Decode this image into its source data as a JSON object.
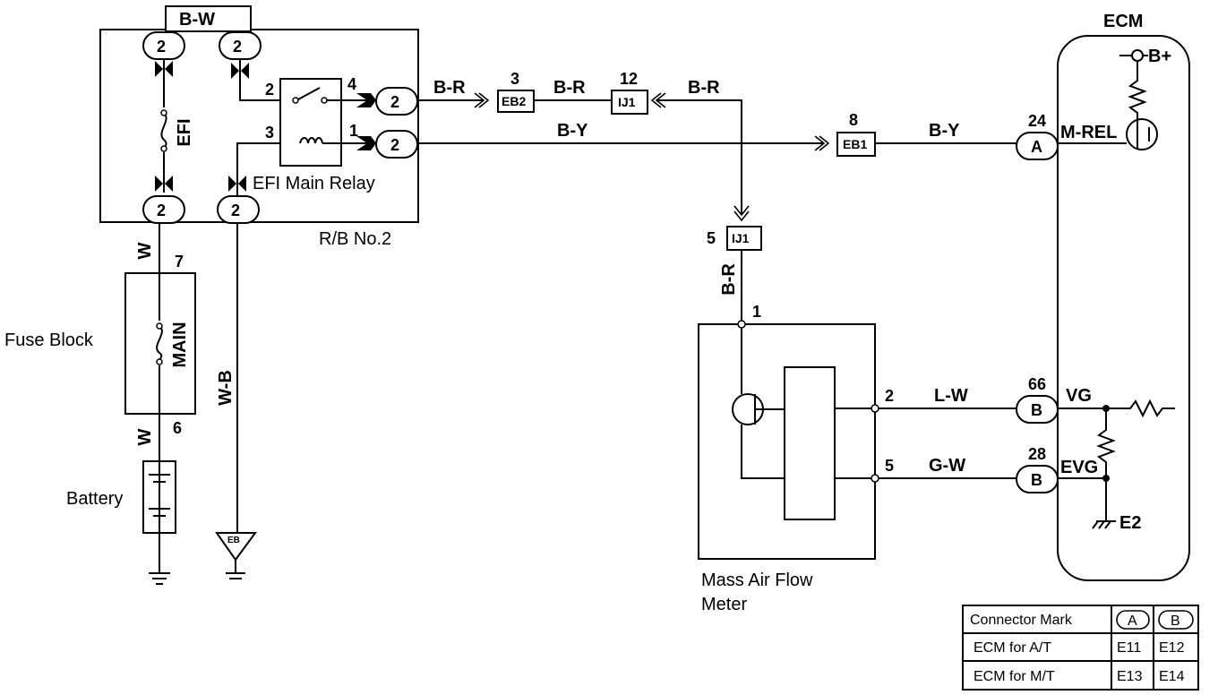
{
  "labels": {
    "bw": "B-W",
    "efi": "EFI",
    "efi_main_relay": "EFI Main Relay",
    "rb_no2": "R/B No.2",
    "w_top": "W",
    "w_bottom": "W",
    "fuse_block": "Fuse Block",
    "main": "MAIN",
    "battery": "Battery",
    "wb": "W-B",
    "eb_ground": "EB",
    "br_1": "B-R",
    "br_2": "B-R",
    "br_3": "B-R",
    "br_4": "B-R",
    "by_1": "B-Y",
    "by_2": "B-Y",
    "lw": "L-W",
    "gw": "G-W",
    "ecm": "ECM",
    "b_plus": "B+",
    "m_rel": "M-REL",
    "vg": "VG",
    "evg": "EVG",
    "e2": "E2",
    "maf": "Mass Air Flow",
    "maf2": "Meter"
  },
  "connectors": {
    "eb2": "EB2",
    "ij1_top": "IJ1",
    "ij1_bottom": "IJ1",
    "eb1": "EB1",
    "ecm_a": "A",
    "ecm_b1": "B",
    "ecm_b2": "B"
  },
  "relay_block_terminals": [
    "2",
    "2",
    "2",
    "2",
    "2",
    "2"
  ],
  "pins": {
    "relay_2": "2",
    "relay_4": "4",
    "relay_3": "3",
    "relay_1": "1",
    "fuse_7": "7",
    "fuse_6": "6",
    "eb2_pin": "3",
    "ij1_top_pin": "12",
    "ij1_bottom_pin": "5",
    "eb1_pin": "8",
    "ecm_a_pin": "24",
    "ecm_b1_pin": "66",
    "ecm_b2_pin": "28",
    "maf_1": "1",
    "maf_2": "2",
    "maf_5": "5"
  },
  "table": {
    "header": [
      "Connector Mark",
      "A",
      "B"
    ],
    "rows": [
      [
        "ECM for A/T",
        "E11",
        "E12"
      ],
      [
        "ECM for M/T",
        "E13",
        "E14"
      ]
    ]
  }
}
